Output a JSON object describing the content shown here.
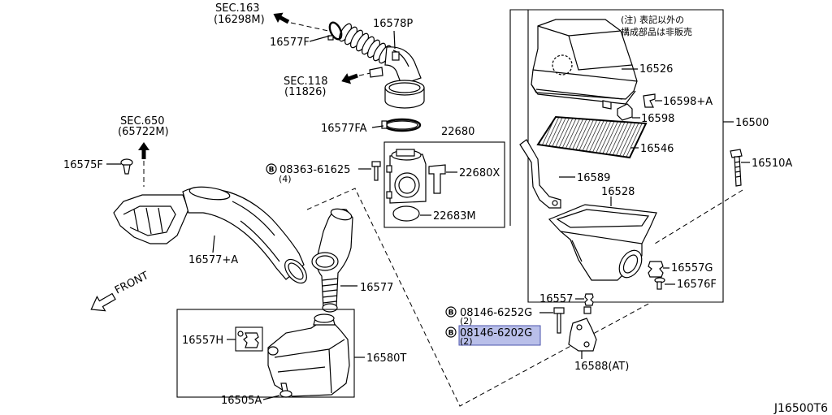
{
  "references": {
    "sec163": {
      "section": "SEC.163",
      "code": "(16298M)"
    },
    "sec118": {
      "section": "SEC.118",
      "code": "(11826)"
    },
    "sec650": {
      "section": "SEC.650",
      "code": "(65722M)"
    }
  },
  "parts": {
    "p16577F": "16577F",
    "p16578P": "16578P",
    "p16577FA": "16577FA",
    "p22680": "22680",
    "p22680X": "22680X",
    "p22683M": "22683M",
    "p16575F": "16575F",
    "p16577A": "16577+A",
    "p16577": "16577",
    "p16557H": "16557H",
    "p16580T": "16580T",
    "p16505A": "16505A",
    "p16526": "16526",
    "p16598A": "16598+A",
    "p16598": "16598",
    "p16500": "16500",
    "p16546": "16546",
    "p16589": "16589",
    "p16528": "16528",
    "p16510A": "16510A",
    "p16557G": "16557G",
    "p16576F": "16576F",
    "p16557": "16557",
    "p16588": "16588(AT)"
  },
  "fasteners": {
    "b08363": {
      "prefix": "B",
      "number": "08363-61625",
      "qty": "(4)"
    },
    "b6252G": {
      "prefix": "B",
      "number": "08146-6252G",
      "qty": "(2)"
    },
    "b6202G": {
      "prefix": "B",
      "number": "08146-6202G",
      "qty": "(2)",
      "selected": true
    }
  },
  "note": {
    "line1": "(注) 表記以外の",
    "line2": "構成部品は非販売"
  },
  "direction_label": "FRONT",
  "drawing_code": "J16500T6",
  "icons": {
    "section_arrow": "filled-arrow-icon",
    "front_arrow": "outline-arrow-icon",
    "bolt_prefix": "circled-b-icon"
  },
  "colors": {
    "background": "#ffffff",
    "line": "#000000",
    "highlight_fill": "#b9bfe9",
    "highlight_border": "#4c55ad"
  }
}
